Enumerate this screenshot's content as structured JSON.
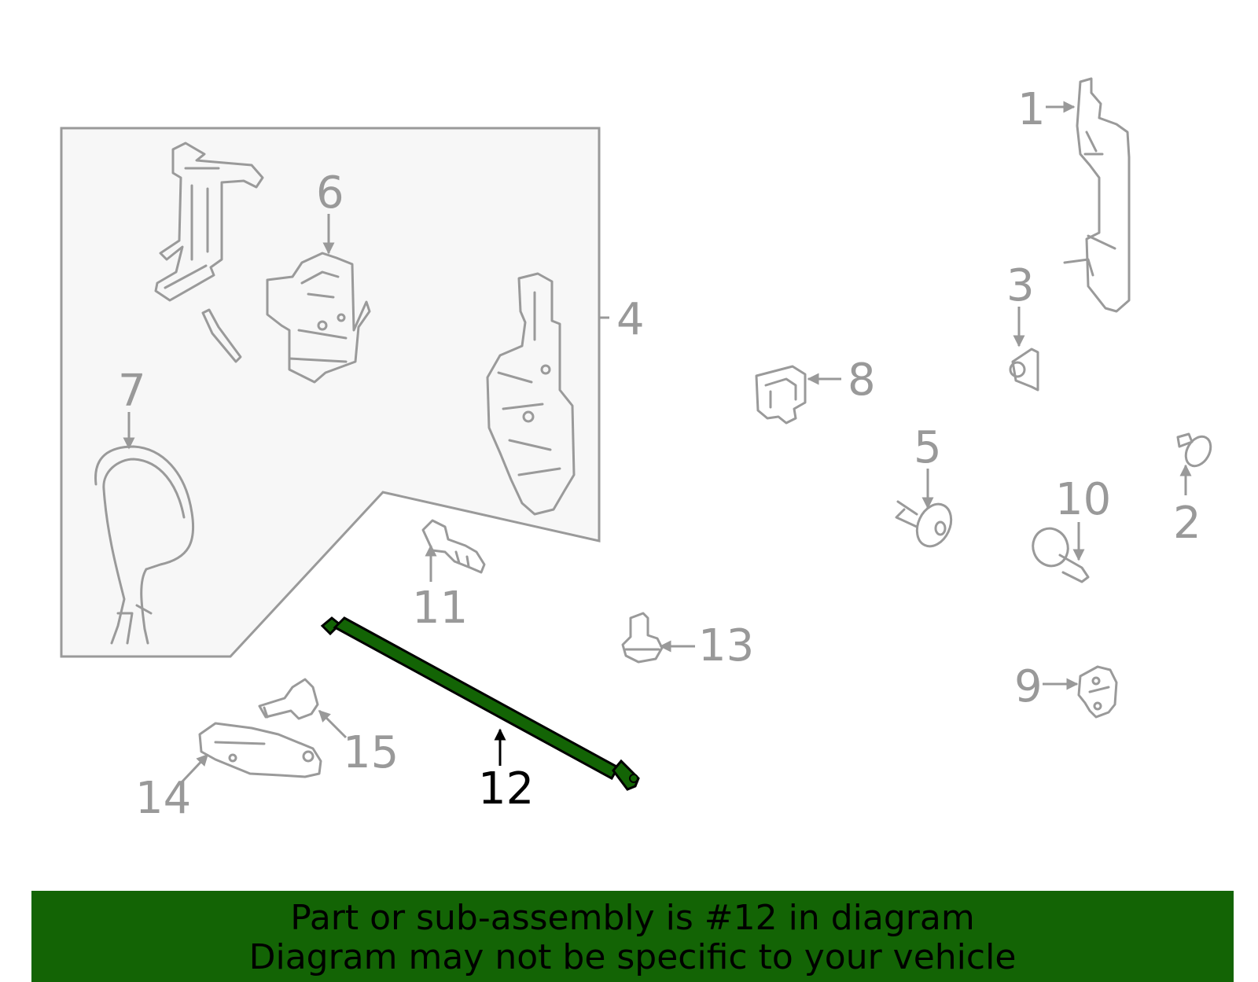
{
  "callouts": {
    "c1": "1",
    "c2": "2",
    "c3": "3",
    "c4": "4",
    "c5": "5",
    "c6": "6",
    "c7": "7",
    "c8": "8",
    "c9": "9",
    "c10": "10",
    "c11": "11",
    "c12": "12",
    "c13": "13",
    "c14": "14",
    "c15": "15"
  },
  "highlighted_part": "12",
  "colors": {
    "highlight": "#136405",
    "parts": "#9a9a9a",
    "panel": "#f7f7f7"
  },
  "banner": {
    "line1": "Part or sub-assembly is #12 in diagram",
    "line2": "Diagram may not be specific to your vehicle"
  }
}
